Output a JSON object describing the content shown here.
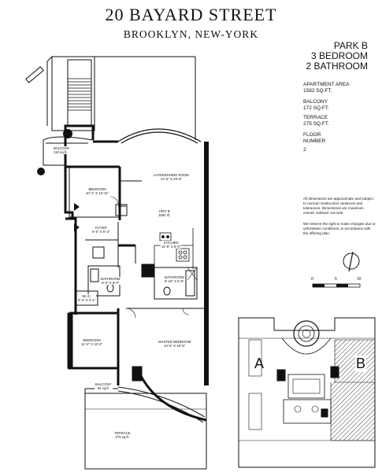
{
  "header": {
    "title": "20 BAYARD STREET",
    "subtitle": "BROOKLYN,  NEW-YORK"
  },
  "unit": {
    "name": "PARK B",
    "bedrooms": "3 BEDROOM",
    "bathrooms": "2 BATHROOM"
  },
  "specs": {
    "area_label": "APARTMENT AREA",
    "area_value": "1582 SQ.FT.",
    "balcony_label": "BALCONY",
    "balcony_value": "172 SQ.FT.",
    "terrace_label": "TERRACE",
    "terrace_value": "275 SQ.FT.",
    "floor_label": "FLOOR",
    "floor_label2": "NUMBER",
    "floor_value": "2"
  },
  "notes": {
    "dimensions": "All dimensions are approximate and subject to normal construction variances and tolerances. Dimensions are maximum overall, subtract cut-outs.",
    "reserve": "We reserve the right to make changes due to unforeseen conditions, in accordance with the offering plan."
  },
  "scale": {
    "zero": "0",
    "five": "5",
    "ten": "10"
  },
  "rooms": {
    "balcony_top": "BALCONY",
    "balcony_top_area": "110 sq.ft.",
    "living": "LIVING/DINING ROOM",
    "living_dim": "14'-6\" X 29'-6\"",
    "bedroom1": "BEDROOM",
    "bedroom1_dim": "10'-1\" X 12'-11\"",
    "unit_label": "UNIT B",
    "unit_area": "1582 sf.",
    "foyer": "FOYER",
    "foyer_dim": "6'-6\" X 5'-3\"",
    "kitchen": "KITCHEN",
    "kitchen_dim": "11'-8\" X 6'-0\"",
    "bathroom1": "BATHROOM",
    "bathroom1_dim": "5'-0\" X 8'-0\"",
    "bathroom2": "BATHROOM",
    "bathroom2_dim": "8'-10\" X 5'-5\"",
    "wic": "W.I.C.",
    "wic_dim": "5'-4\" X 4'-1\"",
    "bedroom2": "BEDROOM",
    "bedroom2_dim": "12'-4\" X 13'-4\"",
    "master": "MASTER BEDROOM",
    "master_dim": "14'-6\" X 15'-6\"",
    "balcony_bottom": "BALCONY",
    "balcony_bottom_area": "62 sq.ft.",
    "terrace": "TERRACE",
    "terrace_area": "275 sq.ft."
  },
  "keyplan": {
    "label_a": "A",
    "label_b": "B"
  }
}
